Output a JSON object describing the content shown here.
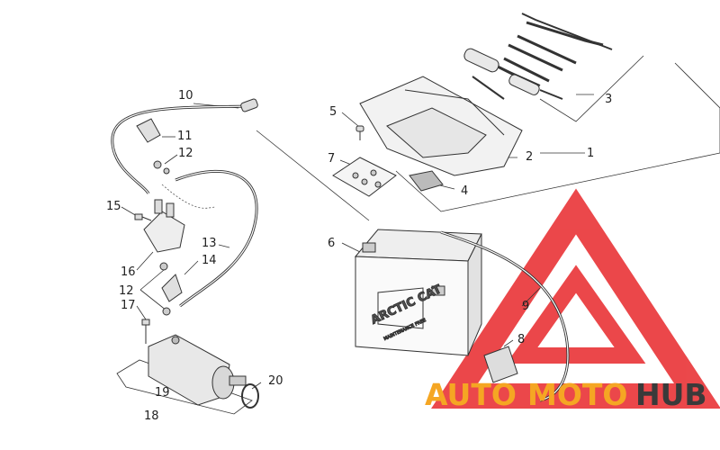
{
  "diagram": {
    "callouts": [
      {
        "id": "c1",
        "label": "1"
      },
      {
        "id": "c2",
        "label": "2"
      },
      {
        "id": "c3",
        "label": "3"
      },
      {
        "id": "c4",
        "label": "4"
      },
      {
        "id": "c5",
        "label": "5"
      },
      {
        "id": "c6",
        "label": "6"
      },
      {
        "id": "c7",
        "label": "7"
      },
      {
        "id": "c8",
        "label": "8"
      },
      {
        "id": "c9",
        "label": "9"
      },
      {
        "id": "c10",
        "label": "10"
      },
      {
        "id": "c11",
        "label": "11"
      },
      {
        "id": "c12a",
        "label": "12"
      },
      {
        "id": "c12b",
        "label": "12"
      },
      {
        "id": "c13",
        "label": "13"
      },
      {
        "id": "c14",
        "label": "14"
      },
      {
        "id": "c15",
        "label": "15"
      },
      {
        "id": "c16",
        "label": "16"
      },
      {
        "id": "c17",
        "label": "17"
      },
      {
        "id": "c18",
        "label": "18"
      },
      {
        "id": "c19",
        "label": "19"
      },
      {
        "id": "c20",
        "label": "20"
      }
    ],
    "battery_brand": "ARCTIC CAT",
    "battery_fine_print": "MAINTENANCE FREE"
  },
  "watermark": {
    "auto": "AUTO",
    "moto": "MOTO",
    "hub": "HUB",
    "colors": {
      "red": "#e8282b",
      "orange": "#f5a623",
      "dark": "#3a3a3a"
    }
  }
}
